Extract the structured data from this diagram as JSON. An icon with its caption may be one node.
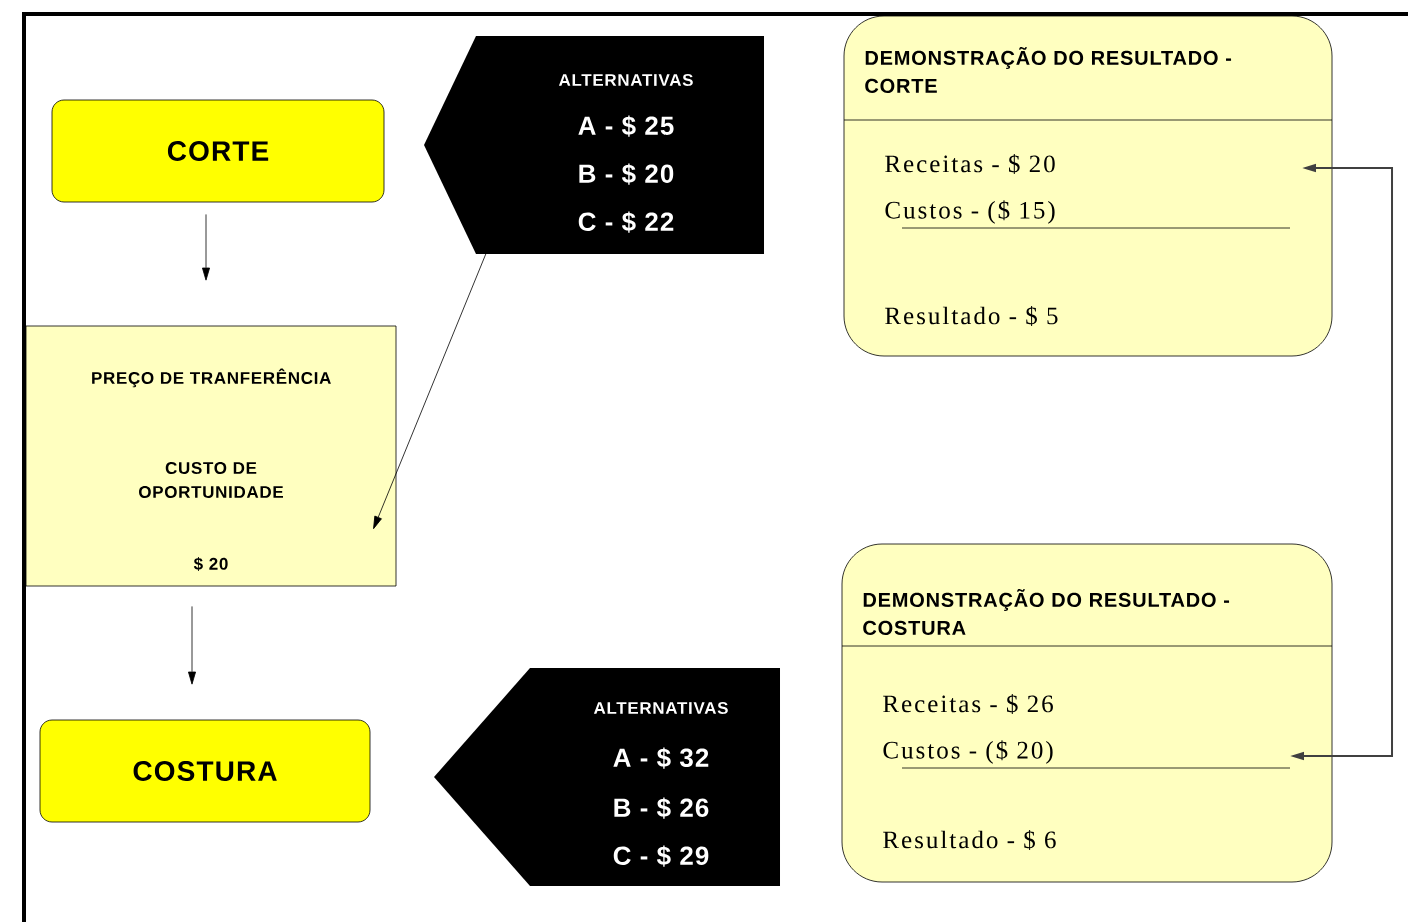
{
  "diagram": {
    "nodes": [
      {
        "text": [
          "CORTE"
        ]
      },
      {
        "text": [
          "ALTERNATIVAS",
          "A - $ 25",
          "B - $ 20",
          "C - $ 22"
        ]
      },
      {
        "text": [
          "DEMONSTRAÇÃO DO RESULTADO - CORTE",
          "Receitas - $ 20",
          "Custos - ($ 15)",
          "Resultado - $ 5"
        ]
      },
      {
        "text": [
          "PREÇO DE TRANFERÊNCIA",
          "CUSTO DE OPORTUNIDADE",
          "$ 20"
        ]
      },
      {
        "text": [
          "DEMONSTRAÇÃO DO RESULTADO - COSTURA",
          "Receitas - $ 26",
          "Custos - ($ 20)",
          "Resultado - $ 6"
        ]
      },
      {
        "text": [
          "COSTURA"
        ]
      },
      {
        "text": [
          "ALTERNATIVAS",
          "A - $ 32",
          "B - $ 26",
          "C - $ 29"
        ]
      }
    ],
    "edges": [
      {
        "from": 0,
        "to": 3,
        "arrow": "to"
      },
      {
        "from": 1,
        "to": 3,
        "arrow": "to"
      },
      {
        "from": 3,
        "to": 5,
        "arrow": "to"
      },
      {
        "from": 4,
        "to": 2,
        "arrow": "both"
      }
    ]
  }
}
